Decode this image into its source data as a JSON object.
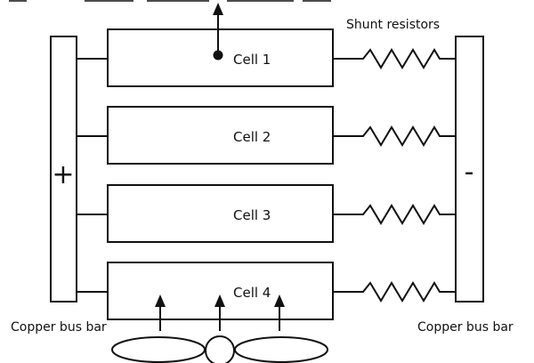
{
  "labels": {
    "shunt_resistors": "Shunt resistors",
    "bus_bar_left": "Copper bus bar",
    "bus_bar_right": "Copper bus bar",
    "plus_sign": "+",
    "minus_sign": "-"
  },
  "cells": [
    {
      "label": "Cell 1"
    },
    {
      "label": "Cell 2"
    },
    {
      "label": "Cell 3"
    },
    {
      "label": "Cell 4"
    }
  ],
  "colors": {
    "line": "#111111",
    "background": "#ffffff"
  }
}
